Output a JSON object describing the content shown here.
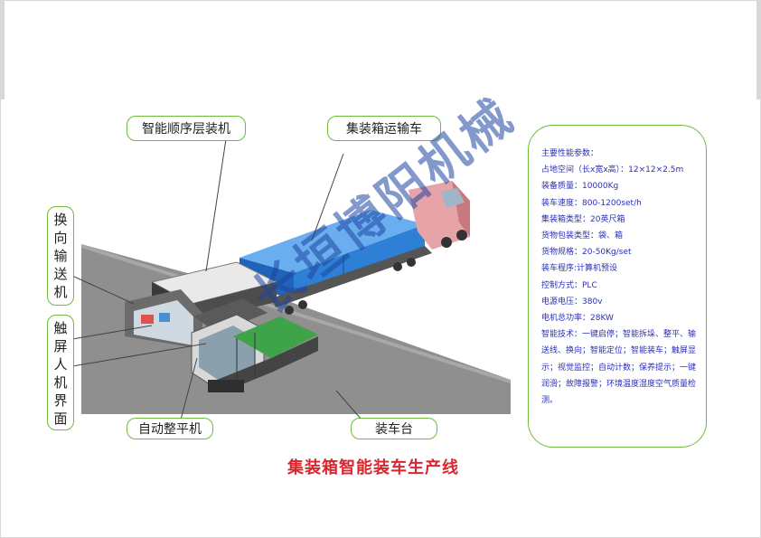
{
  "labels": {
    "stacker": "智能顺序层装机",
    "truck": "集装箱运输车",
    "turner": [
      "换",
      "向",
      "输",
      "送",
      "机"
    ],
    "touchscreen": [
      "触",
      "屏",
      "人",
      "机",
      "界",
      "面"
    ],
    "leveler": "自动整平机",
    "platform": "装车台"
  },
  "specs": {
    "heading": "主要性能参数：",
    "items": [
      "占地空间（长x宽x高）：12×12×2.5m",
      "装备质量：10000Kg",
      "装车速度：800-1200set/h",
      "集装箱类型：20英尺箱",
      "货物包装类型：袋、箱",
      "货物规格：20-50Kg/set",
      "装车程序:计算机预设",
      "控制方式：PLC",
      "电源电压：380v",
      "电机总功率：28KW"
    ],
    "tech": "智能技术：一键启停；智能拆垛、整平、输送线、换向；智能定位；智能装车；触屏显示；视觉监控；自动计数；保养提示；一键润滑；故障报警；环境温度湿度空气质量检测。"
  },
  "title": "集装箱智能装车生产线",
  "watermark": "长垣博阳机械",
  "colors": {
    "accent_border": "#6dbb3a",
    "spec_text": "#2b2fb8",
    "title_red": "#d8262e",
    "container_blue": "#2e7fd6",
    "truck_cab": "#e6a4a8"
  }
}
